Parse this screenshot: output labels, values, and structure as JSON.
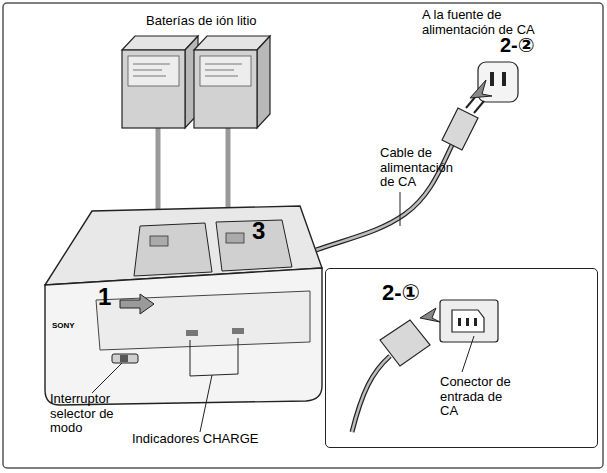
{
  "diagram": {
    "nodes": [
      {
        "text": [
          "2-①",
          "Conector de entrada de CA"
        ]
      }
    ],
    "labels": [
      "Baterías de ión litio",
      "A la fuente de alimentación de CA",
      "2-②",
      "Cable de alimentación de CA",
      "3",
      "1",
      "SONY",
      "Interruptor selector de modo",
      "Indicadores CHARGE"
    ]
  }
}
